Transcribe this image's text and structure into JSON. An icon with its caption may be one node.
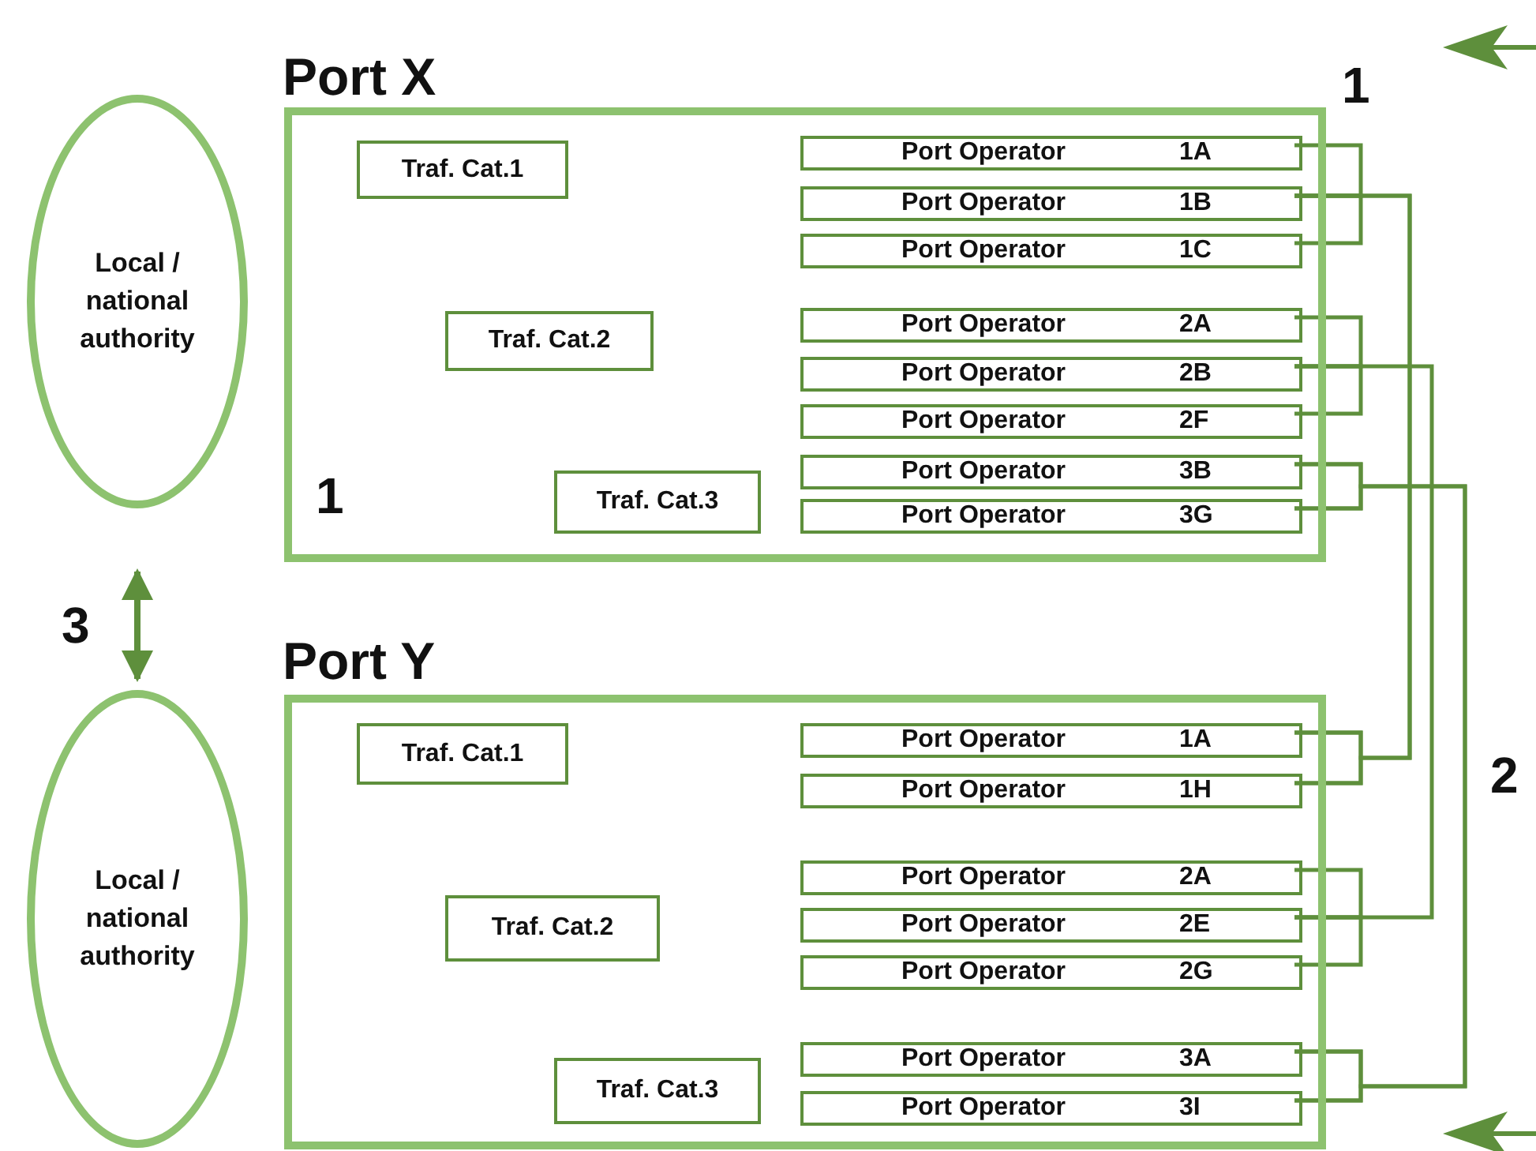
{
  "diagram": {
    "nodes": [
      {
        "text": [
          "Local / national authority"
        ]
      },
      {
        "text": [
          "Port X"
        ]
      },
      {
        "text": [
          "Traf. Cat.1"
        ],
        "in": 1
      },
      {
        "text": [
          "Traf. Cat.2"
        ],
        "in": 1
      },
      {
        "text": [
          "Traf. Cat.3"
        ],
        "in": 1
      },
      {
        "text": [
          "Port Operator",
          "1A"
        ],
        "in": 1
      },
      {
        "text": [
          "Port Operator",
          "1B"
        ],
        "in": 1
      },
      {
        "text": [
          "Port Operator",
          "1C"
        ],
        "in": 1
      },
      {
        "text": [
          "Port Operator",
          "2A"
        ],
        "in": 1
      },
      {
        "text": [
          "Port Operator",
          "2B"
        ],
        "in": 1
      },
      {
        "text": [
          "Port Operator",
          "2F"
        ],
        "in": 1
      },
      {
        "text": [
          "Port Operator",
          "3B"
        ],
        "in": 1
      },
      {
        "text": [
          "Port Operator",
          "3G"
        ],
        "in": 1
      },
      {
        "text": [
          "Local / national authority"
        ]
      },
      {
        "text": [
          "Port Y"
        ]
      },
      {
        "text": [
          "Traf. Cat.1"
        ],
        "in": 14
      },
      {
        "text": [
          "Traf. Cat.2"
        ],
        "in": 14
      },
      {
        "text": [
          "Traf. Cat.3"
        ],
        "in": 14
      },
      {
        "text": [
          "Port Operator",
          "1A"
        ],
        "in": 14
      },
      {
        "text": [
          "Port Operator",
          "1H"
        ],
        "in": 14
      },
      {
        "text": [
          "Port Operator",
          "2A"
        ],
        "in": 14
      },
      {
        "text": [
          "Port Operator",
          "2E"
        ],
        "in": 14
      },
      {
        "text": [
          "Port Operator",
          "2G"
        ],
        "in": 14
      },
      {
        "text": [
          "Port Operator",
          "3A"
        ],
        "in": 14
      },
      {
        "text": [
          "Port Operator",
          "3I"
        ],
        "in": 14
      }
    ],
    "edges": [
      {
        "from": 0,
        "to": 13,
        "arrow": "both",
        "label": "3"
      },
      {
        "from": 5,
        "to": 6,
        "arrow": "none"
      },
      {
        "from": 6,
        "to": 7,
        "arrow": "none"
      },
      {
        "from": 8,
        "to": 9,
        "arrow": "none"
      },
      {
        "from": 9,
        "to": 10,
        "arrow": "none"
      },
      {
        "from": 11,
        "to": 12,
        "arrow": "none"
      },
      {
        "from": 18,
        "to": 19,
        "arrow": "none"
      },
      {
        "from": 20,
        "to": 21,
        "arrow": "none"
      },
      {
        "from": 21,
        "to": 22,
        "arrow": "none"
      },
      {
        "from": 23,
        "to": 24,
        "arrow": "none"
      },
      {
        "from": 6,
        "to": 18,
        "arrow": "none"
      },
      {
        "from": 6,
        "to": 19,
        "arrow": "none"
      },
      {
        "from": 9,
        "to": 21,
        "arrow": "none"
      },
      {
        "from": 11,
        "to": 23,
        "arrow": "none"
      },
      {
        "from": 12,
        "to": 24,
        "arrow": "none"
      }
    ],
    "labels": [
      "1",
      "1",
      "2"
    ]
  }
}
